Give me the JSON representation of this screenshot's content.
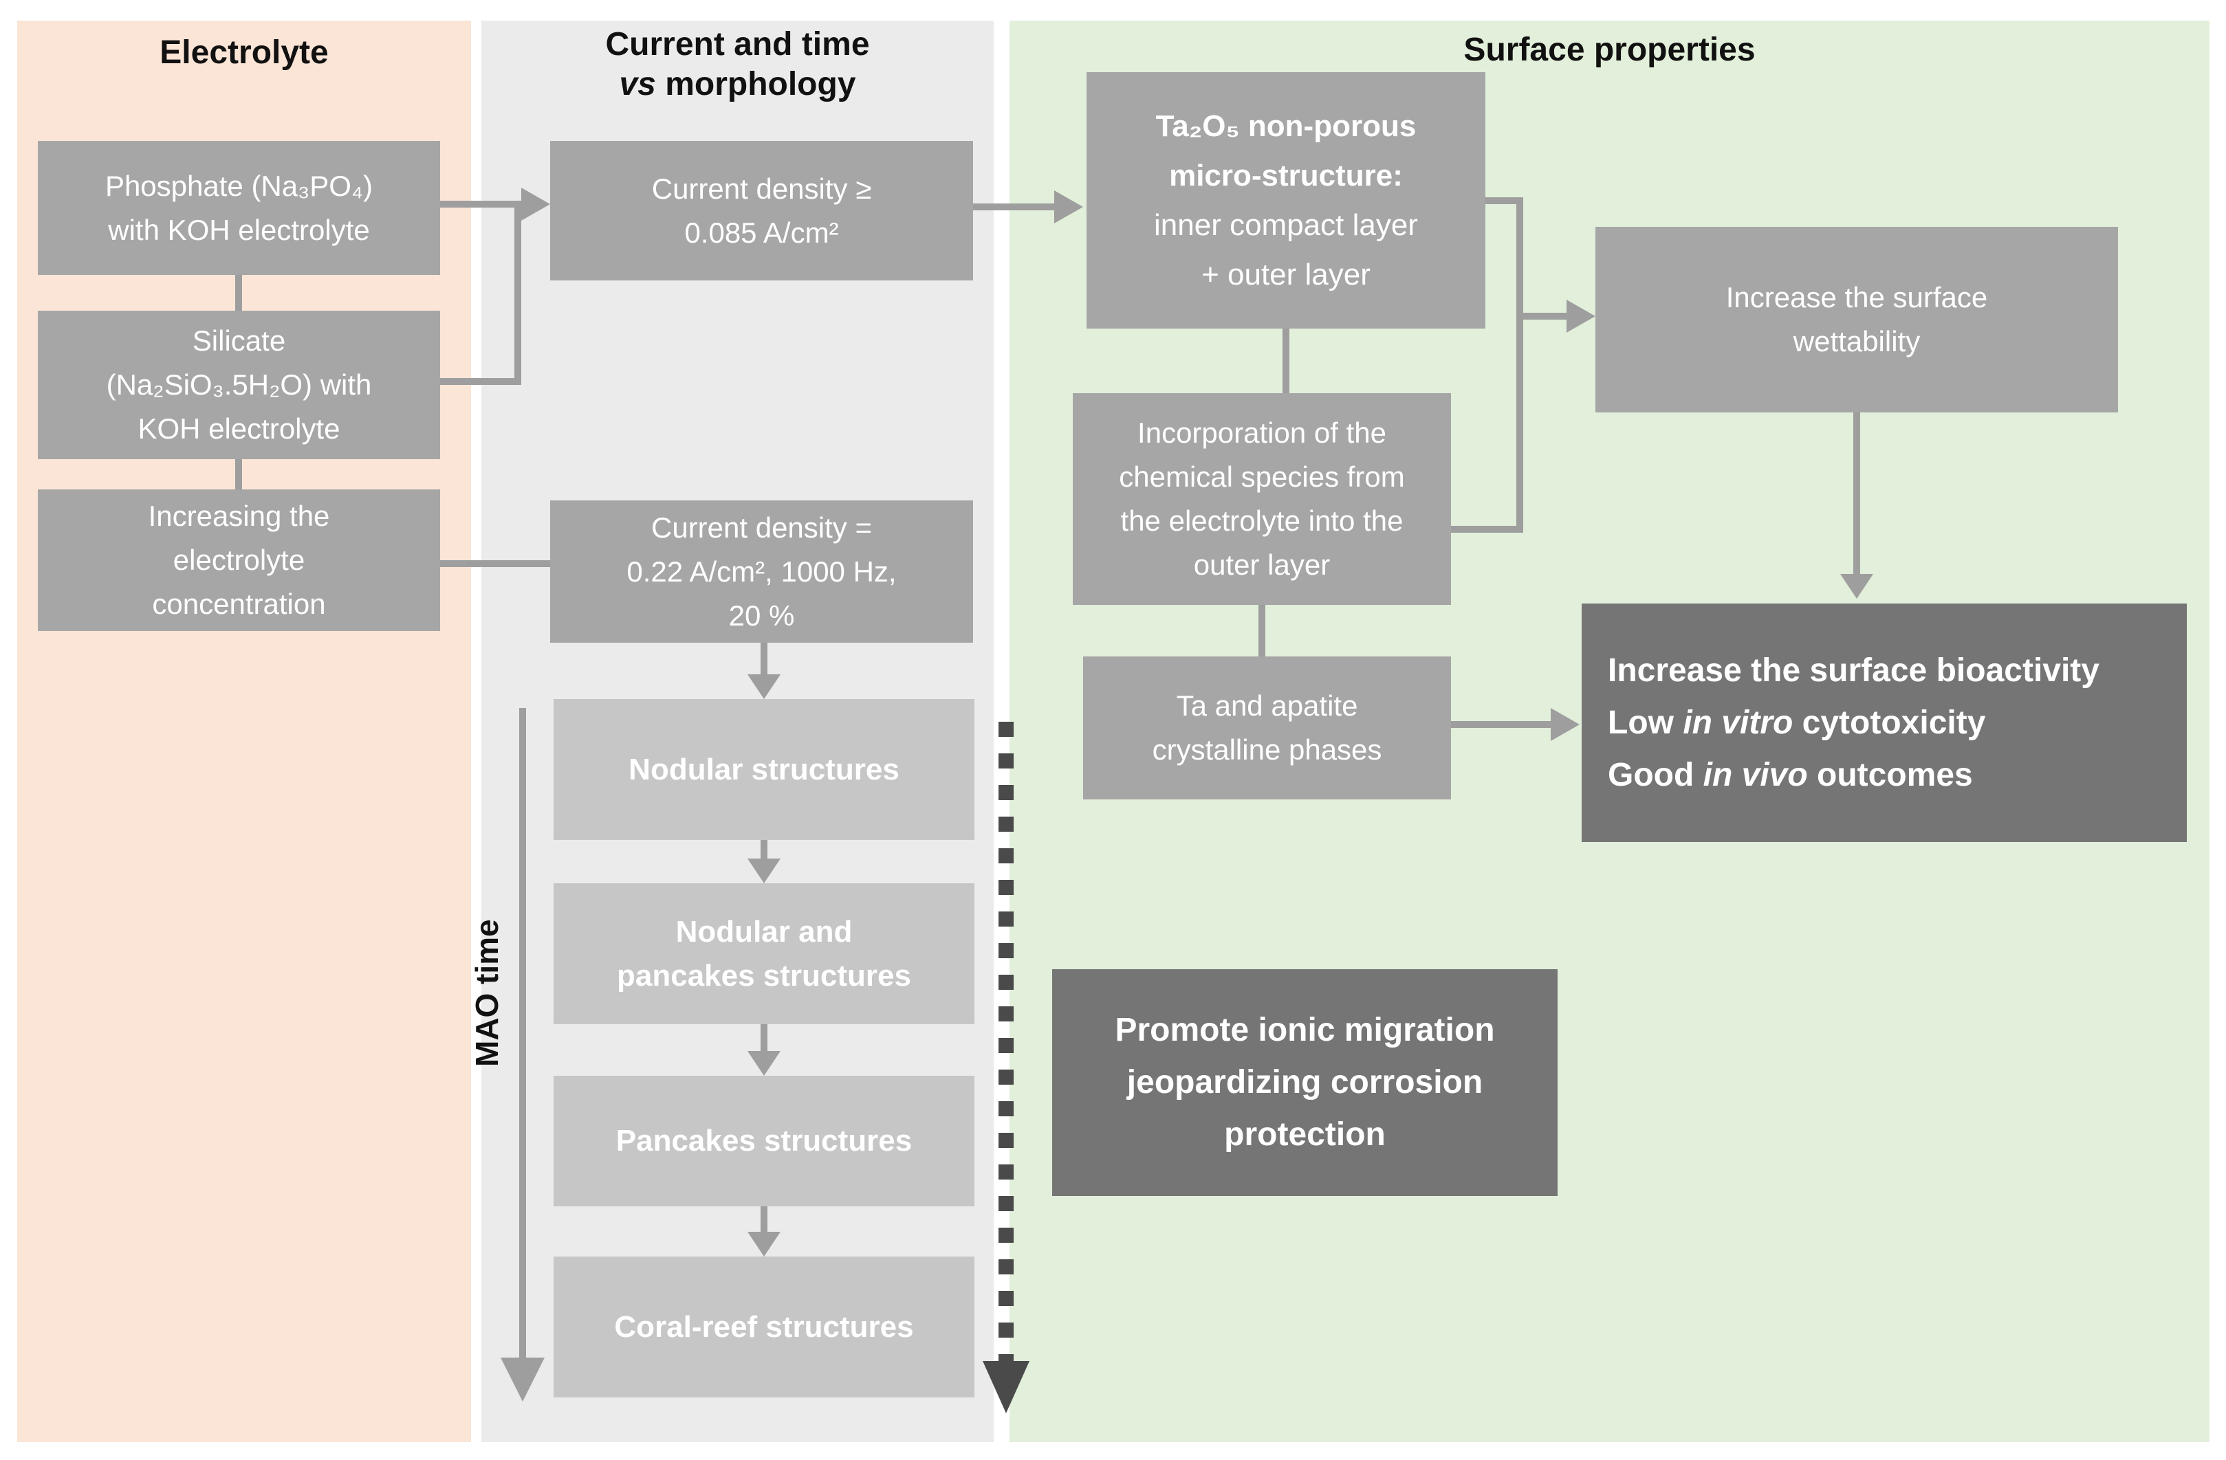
{
  "panels": {
    "electrolyte": {
      "title": "Electrolyte"
    },
    "current_time": {
      "title_line1": "Current and time",
      "title_vs": "vs",
      "title_rest": " morphology"
    },
    "surface": {
      "title": "Surface properties"
    }
  },
  "electrolyte_boxes": {
    "phosphate": {
      "lines": [
        "Phosphate (Na₃PO₄)",
        "with KOH electrolyte"
      ]
    },
    "silicate": {
      "lines": [
        "Silicate",
        "(Na₂SiO₃.5H₂O) with",
        "KOH electrolyte"
      ]
    },
    "concentration": {
      "lines": [
        "Increasing the",
        "electrolyte",
        "concentration"
      ]
    }
  },
  "morphology_boxes": {
    "current_high": {
      "lines": [
        "Current density ≥",
        "0.085 A/cm²"
      ]
    },
    "current_pulse": {
      "lines": [
        "Current density =",
        "0.22 A/cm², 1000 Hz,",
        "20 %"
      ]
    },
    "nodular": {
      "label": "Nodular structures"
    },
    "nodular_pancakes": {
      "lines": [
        "Nodular and",
        "pancakes structures"
      ]
    },
    "pancakes": {
      "label": "Pancakes structures"
    },
    "coral": {
      "label": "Coral-reef structures"
    },
    "mao_time_label": "MAO time"
  },
  "surface_boxes": {
    "ta2o5": {
      "bold_lines": [
        "Ta₂O₅ non-porous",
        "micro-structure:"
      ],
      "lines": [
        "inner compact layer",
        "+ outer layer"
      ]
    },
    "incorporation": {
      "lines": [
        "Incorporation of the",
        "chemical species from",
        "the electrolyte into the",
        "outer layer"
      ]
    },
    "wettability": {
      "lines": [
        "Increase the surface",
        "wettability"
      ]
    },
    "apatite": {
      "lines": [
        "Ta and apatite",
        "crystalline phases"
      ]
    },
    "bioactivity": {
      "line1": "Increase the surface bioactivity",
      "line2_pre": "Low ",
      "line2_italic": "in vitro",
      "line2_post": " cytotoxicity",
      "line3_pre": "Good ",
      "line3_italic": "in vivo",
      "line3_post": " outcomes"
    },
    "corrosion": {
      "lines": [
        "Promote ionic migration",
        "jeopardizing corrosion",
        "protection"
      ]
    }
  },
  "colors": {
    "panel_electrolyte_bg": "#fbe5d6",
    "panel_morphology_bg": "#ebebeb",
    "panel_surface_bg": "#e2efda",
    "box_gray": "#a6a6a6",
    "box_light_gray": "#c6c6c6",
    "box_dark_gray": "#757575",
    "connector_gray": "#9e9e9e",
    "dashed_arrow_dark": "#4a4a4a",
    "header_text": "#111111",
    "box_text": "#ffffff"
  }
}
